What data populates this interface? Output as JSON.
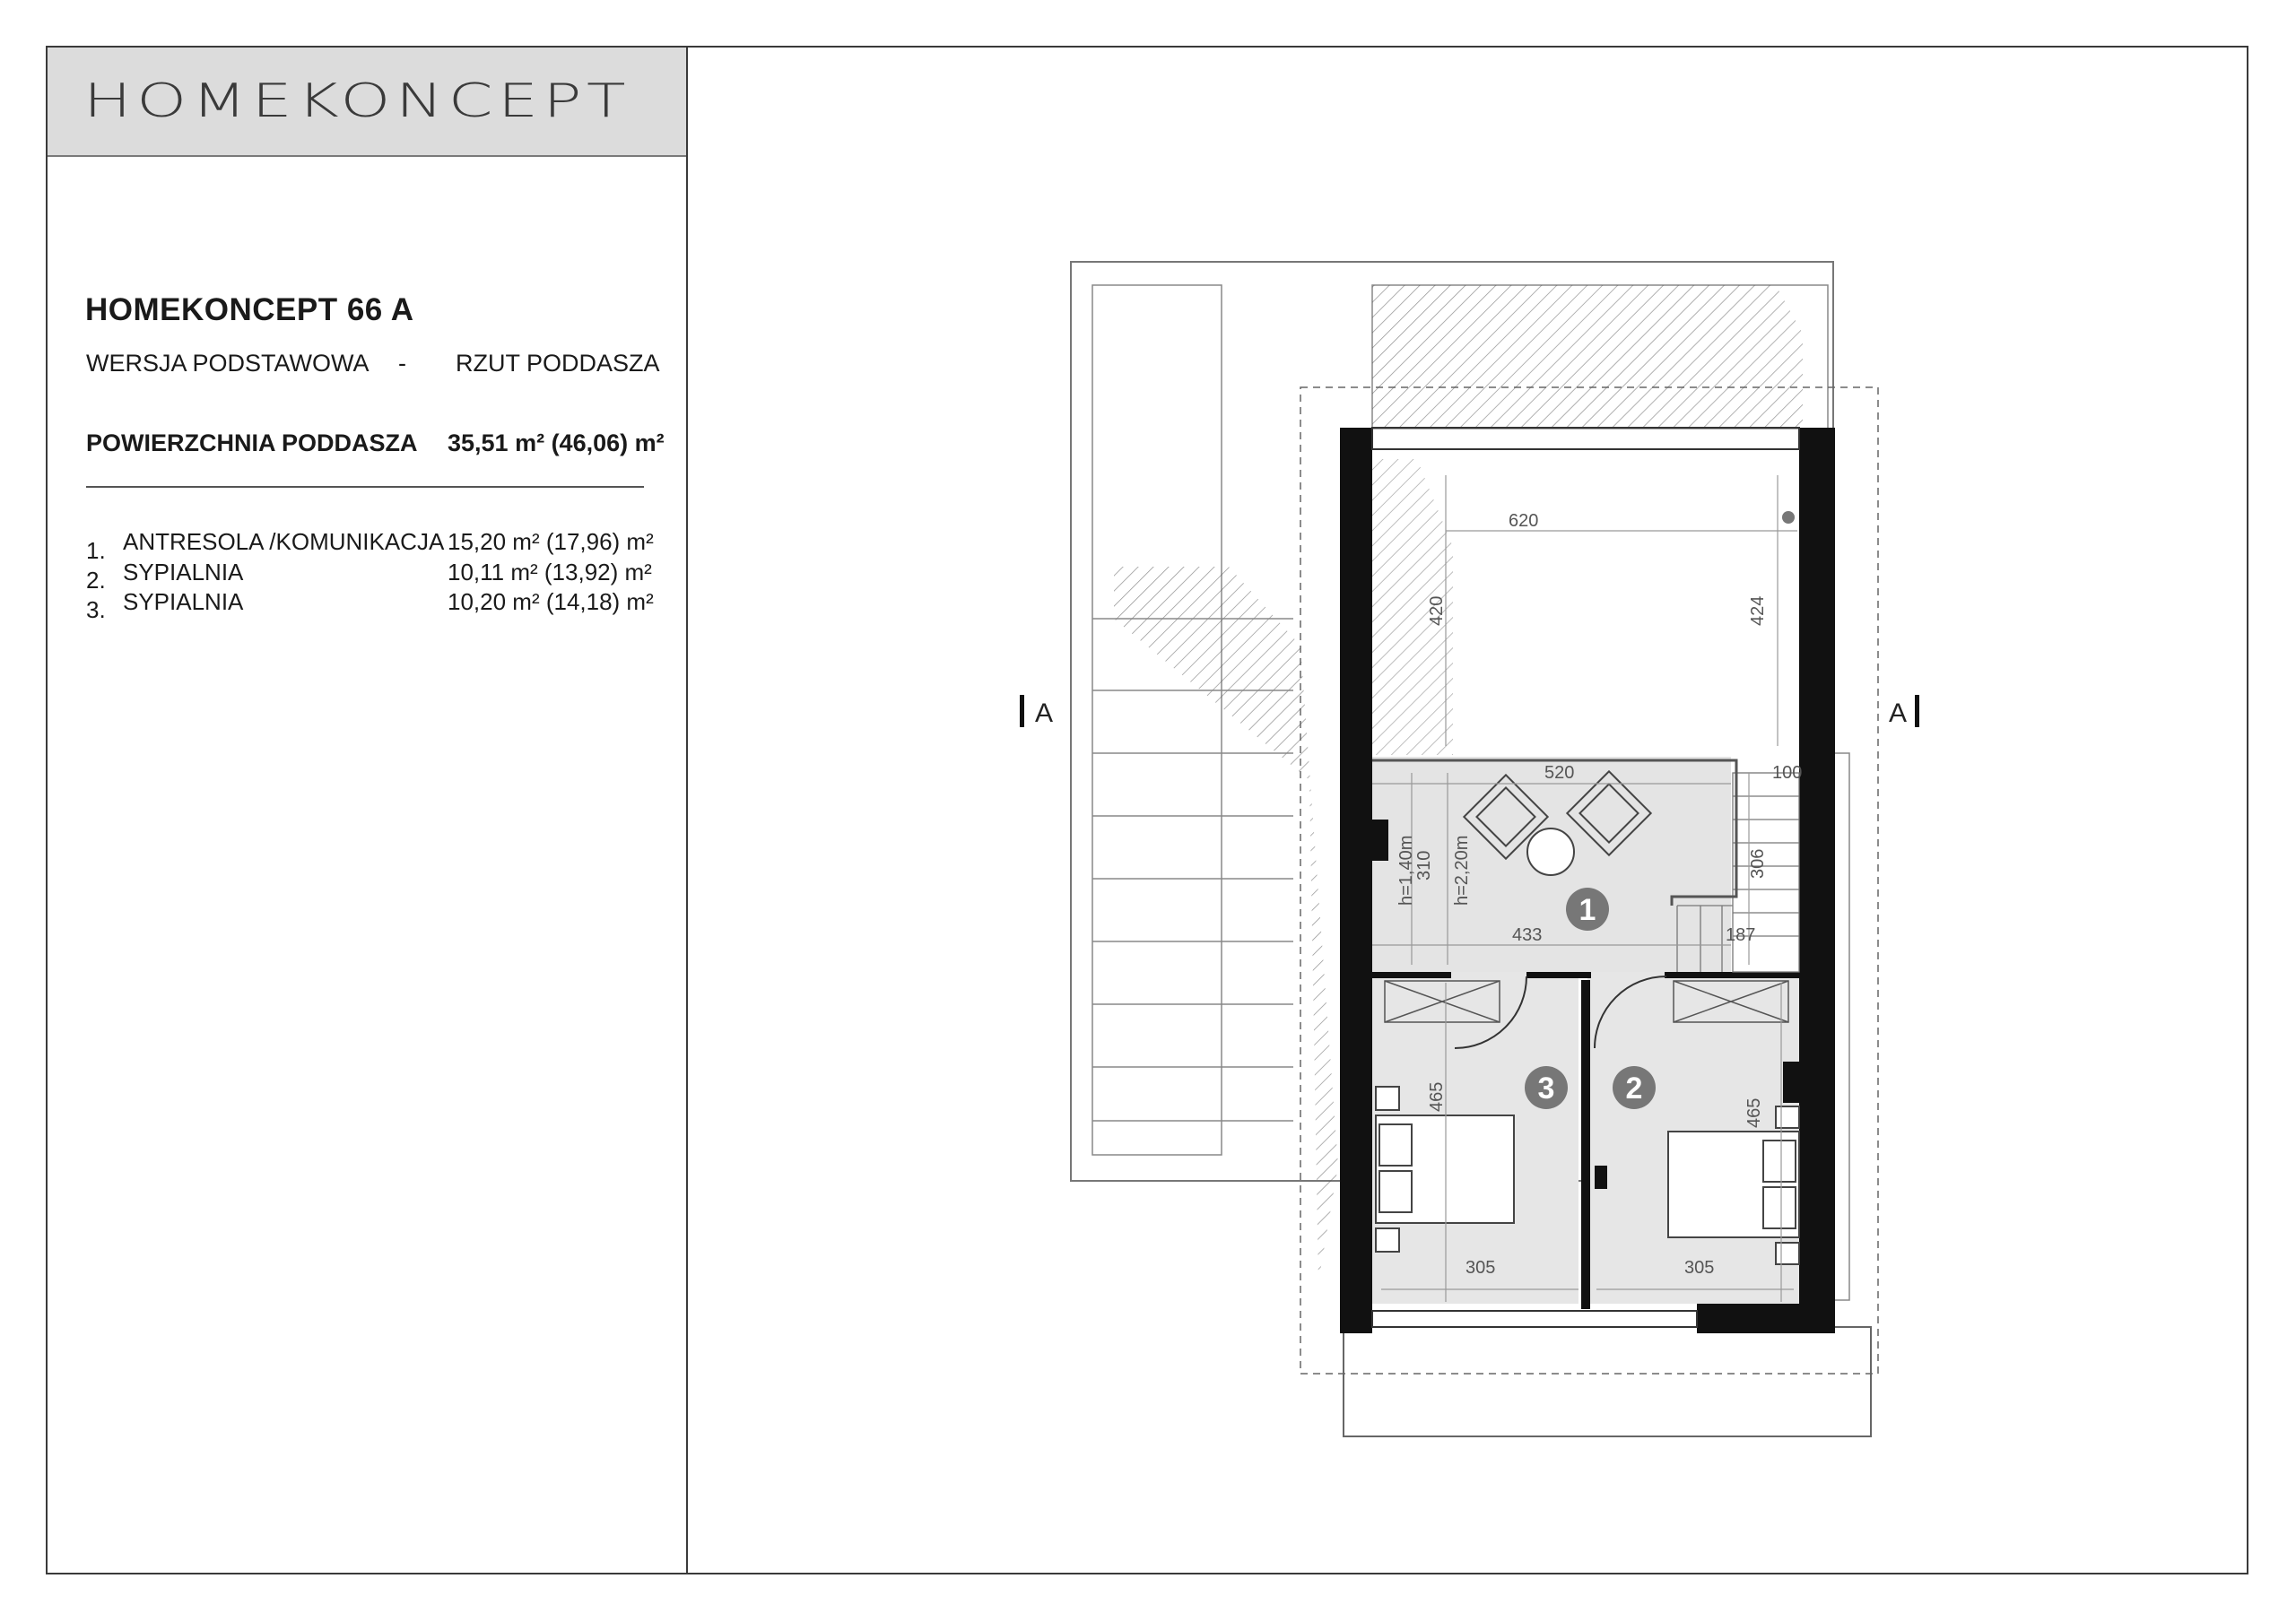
{
  "brand": {
    "name": "HOMEKONCEPT"
  },
  "project": {
    "title": "HOMEKONCEPT 66 A",
    "variant": "WERSJA  PODSTAWOWA",
    "separator": "-",
    "view": "RZUT PODDASZA"
  },
  "area": {
    "label": "POWIERZCHNIA PODDASZA",
    "value": "35,51 m² (46,06) m²"
  },
  "rooms": [
    {
      "num": "1.",
      "name": "ANTRESOLA /KOMUNIKACJA",
      "area": "15,20 m² (17,96) m²"
    },
    {
      "num": "2.",
      "name": "SYPIALNIA",
      "area": "10,11 m² (13,92) m²"
    },
    {
      "num": "3.",
      "name": "SYPIALNIA",
      "area": "10,20 m² (14,18) m²"
    }
  ],
  "plan": {
    "section_left": "A",
    "section_right": "A",
    "room_markers": [
      "1",
      "2",
      "3"
    ],
    "dimensions": {
      "top_width": "620",
      "left_void_depth": "420",
      "right_void_depth": "424",
      "mezz_width": "520",
      "stair_gap": "100",
      "mezz_depth": "310",
      "stair_depth": "306",
      "mezz_lower_width": "433",
      "stair_width": "187",
      "room3_depth": "465",
      "room2_depth": "465",
      "room3_width": "305",
      "room2_width": "305"
    },
    "heights": {
      "low": "h=1,40m",
      "high": "h=2,20m"
    }
  }
}
